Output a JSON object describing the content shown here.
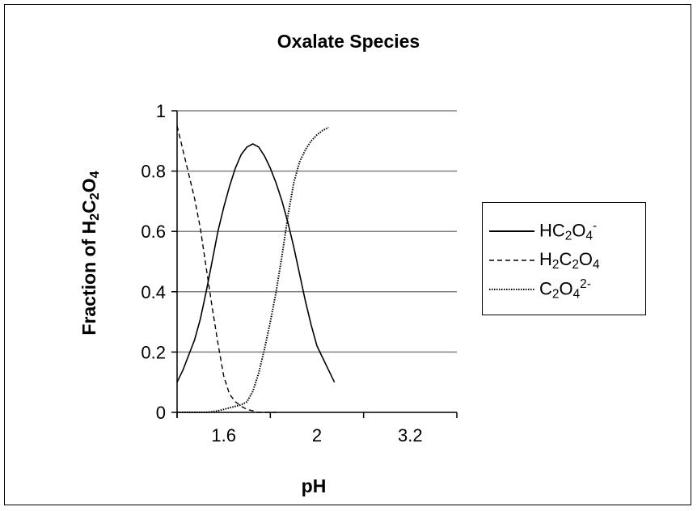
{
  "chart_data": {
    "type": "line",
    "title": "Oxalate Species",
    "xlabel": "pH",
    "ylabel": "Fraction of H2C2O4",
    "ylim": [
      0,
      1
    ],
    "yticks": [
      "0",
      "0.2",
      "0.4",
      "0.6",
      "0.8",
      "1"
    ],
    "xtick_labels": [
      "1.6",
      "2",
      "3.2"
    ],
    "grid": "horizontal",
    "legend_position": "right",
    "x_positions": [
      0,
      0.5,
      1,
      1.5,
      2,
      2.5,
      3,
      3.5,
      4,
      4.5,
      5,
      5.5,
      6,
      6.5,
      7,
      7.5,
      8,
      8.5,
      9,
      9.5,
      10,
      10.5,
      11,
      11.5,
      12,
      12.5,
      13,
      13.5,
      14,
      14.5,
      15,
      15.5,
      16,
      16.5,
      17,
      17.5,
      18,
      18.5,
      19,
      19.5,
      20,
      20.5,
      21,
      21.5,
      22,
      22.5,
      23,
      23.5,
      24
    ],
    "series": [
      {
        "name": "HC2O4-",
        "style": "solid",
        "values": [
          0.1,
          0.14,
          0.19,
          0.24,
          0.31,
          0.4,
          0.5,
          0.6,
          0.68,
          0.75,
          0.81,
          0.855,
          0.88,
          0.89,
          0.88,
          0.85,
          0.81,
          0.76,
          0.7,
          0.63,
          0.55,
          0.46,
          0.37,
          0.29,
          0.22,
          0.18,
          0.14,
          0.1,
          null,
          null,
          null,
          null,
          null,
          null,
          null,
          null,
          null,
          null,
          null,
          null,
          null,
          null,
          null,
          null,
          null,
          null,
          null,
          null,
          null
        ]
      },
      {
        "name": "H2C2O4",
        "style": "dashed",
        "values": [
          0.95,
          0.87,
          0.79,
          0.71,
          0.61,
          0.48,
          0.35,
          0.23,
          0.12,
          0.06,
          0.035,
          0.02,
          0.01,
          0.005,
          0.0,
          0.0,
          0.0,
          0.0,
          null,
          null,
          null,
          null,
          null,
          null,
          null,
          null,
          null,
          null,
          null,
          null,
          null,
          null,
          null,
          null,
          null,
          null,
          null,
          null,
          null,
          null,
          null,
          null,
          null,
          null,
          null,
          null,
          null,
          null,
          null
        ]
      },
      {
        "name": "C2O4 2-",
        "style": "dotted",
        "values": [
          0.0,
          0.0,
          0.0,
          0.0,
          0.0,
          0.0,
          0.002,
          0.005,
          0.01,
          0.015,
          0.02,
          0.025,
          0.035,
          0.07,
          0.13,
          0.21,
          0.3,
          0.4,
          0.52,
          0.65,
          0.76,
          0.83,
          0.87,
          0.9,
          0.92,
          0.935,
          0.945,
          null,
          null,
          null,
          null,
          null,
          null,
          null,
          null,
          null,
          null,
          null,
          null,
          null,
          null,
          null,
          null,
          null,
          null,
          null,
          null,
          null,
          null
        ]
      }
    ]
  },
  "legend": {
    "hc2o4": {
      "base": "HC",
      "s1": "2",
      "mid": "O",
      "s2": "4",
      "sup": "-"
    },
    "h2c2o4": {
      "base": "H",
      "s1": "2",
      "c": "C",
      "s2": "2",
      "o": "O",
      "s3": "4"
    },
    "c2o4": {
      "base": "C",
      "s1": "2",
      "o": "O",
      "s2": "4",
      "sup": "2-"
    }
  },
  "ylabel_parts": {
    "pre": "Fraction of H",
    "s1": "2",
    "c": "C",
    "s2": "2",
    "o": "O",
    "s3": "4"
  }
}
